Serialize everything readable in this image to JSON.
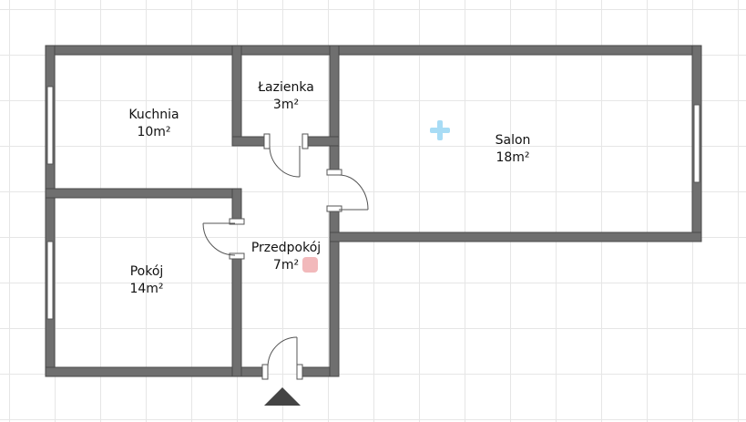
{
  "rooms": [
    {
      "name": "Kuchnia",
      "area": "10m²"
    },
    {
      "name": "Łazienka",
      "area": "3m²"
    },
    {
      "name": "Salon",
      "area": "18m²"
    },
    {
      "name": "Pokój",
      "area": "14m²"
    },
    {
      "name": "Przedpokój",
      "area": "7m²"
    }
  ],
  "entrance_icon": "triangle-up-icon",
  "markers": {
    "plus_color": "#a8dcf5",
    "square_color": "#f2b9bb"
  },
  "colors": {
    "wall": "#6f6f6f",
    "wall_edge": "#4a4a4a",
    "grid": "#e6e6e6"
  }
}
